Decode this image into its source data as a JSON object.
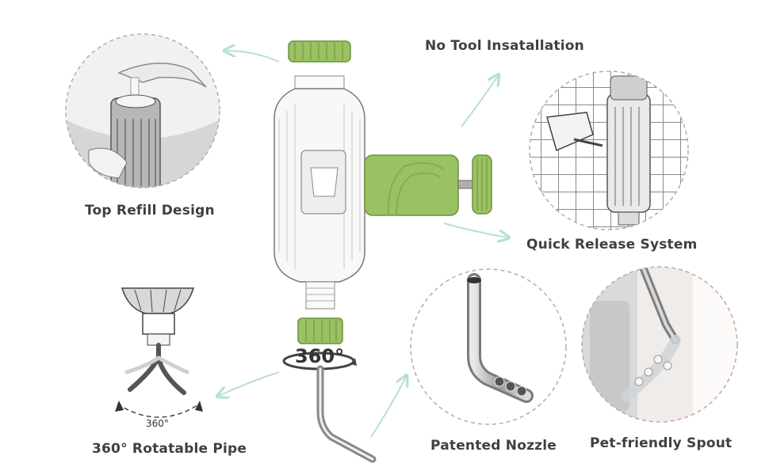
{
  "features": {
    "top_refill": "Top Refill Design",
    "no_tool": "No Tool Insatallation",
    "quick_release": "Quick Release System",
    "rotatable_pipe": "360° Rotatable Pipe",
    "patented_nozzle": "Patented Nozzle",
    "pet_spout": "Pet-friendly Spout"
  },
  "badges": {
    "rotation": "360°",
    "pipe_rotation": "360°"
  },
  "colors": {
    "accent_green": "#9bc262",
    "dark_green": "#7aa24a",
    "arrow": "#b9ded9",
    "circle_border": "#c9a59a",
    "outline": "#6b6b6b"
  }
}
